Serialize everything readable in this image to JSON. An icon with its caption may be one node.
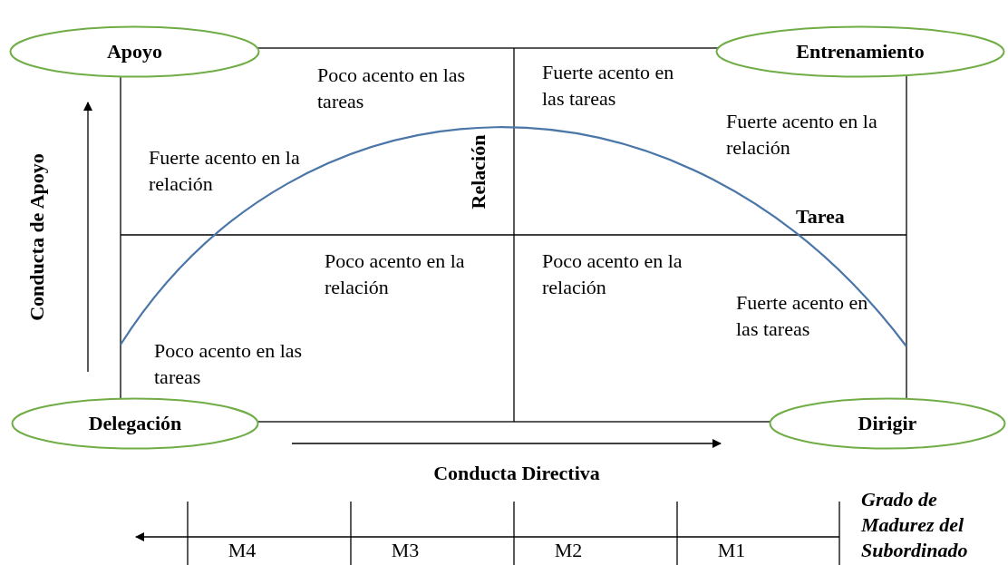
{
  "diagram": {
    "nodes": [
      {
        "text": [
          "Apoyo"
        ]
      },
      {
        "text": [
          "Entrenamiento"
        ]
      },
      {
        "text": [
          "Delegación"
        ]
      },
      {
        "text": [
          "Dirigir"
        ]
      }
    ],
    "labels": [
      "Poco acento en las tareas",
      "Fuerte acento en las tareas",
      "Fuerte acento en la relación",
      "Fuerte acento en la relación",
      "Relación",
      "Tarea",
      "Conducta de Apoyo",
      "Poco acento en la relación",
      "Poco acento en la relación",
      "Fuerte acento en las tareas",
      "Poco acento en las tareas",
      "Conducta Directiva",
      "Grado de Madurez del Subordinado",
      "M4",
      "M3",
      "M2",
      "M1"
    ]
  }
}
